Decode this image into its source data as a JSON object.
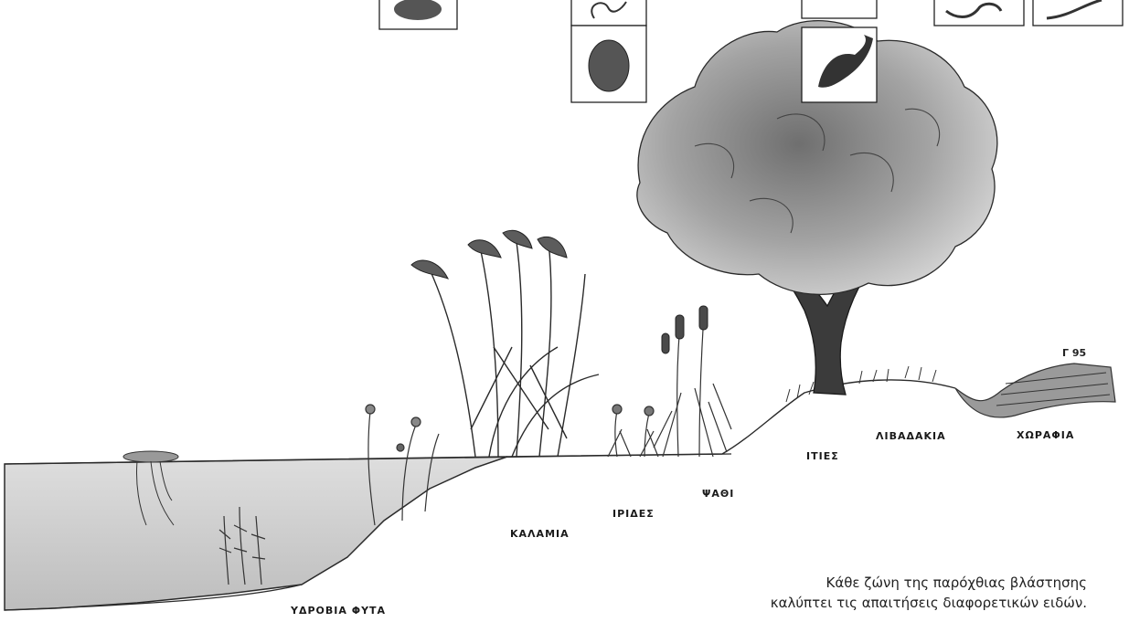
{
  "zones": {
    "aquatic_plants": "ΥΔΡΟΒΙΑ ΦΥΤΑ",
    "reeds": "ΚΑΛΑΜΙΑ",
    "irises": "ΙΡΙΔΕΣ",
    "rushes": "ΨΑΘΙ",
    "willows": "ΙΤΙΕΣ",
    "meadows": "ΛΙΒΑΔΑΚΙΑ",
    "fields": "ΧΩΡΑΦΙΑ"
  },
  "signature": "Γ 95",
  "caption": {
    "line1": "Κάθε ζώνη της παρόχθιας βλάστησης",
    "line2": "καλύπτει τις απαιτήσεις διαφορετικών ειδών."
  },
  "colors": {
    "ink": "#1a1a1a",
    "water": "#c9c9c9",
    "foliage": "#8f8f8f"
  }
}
